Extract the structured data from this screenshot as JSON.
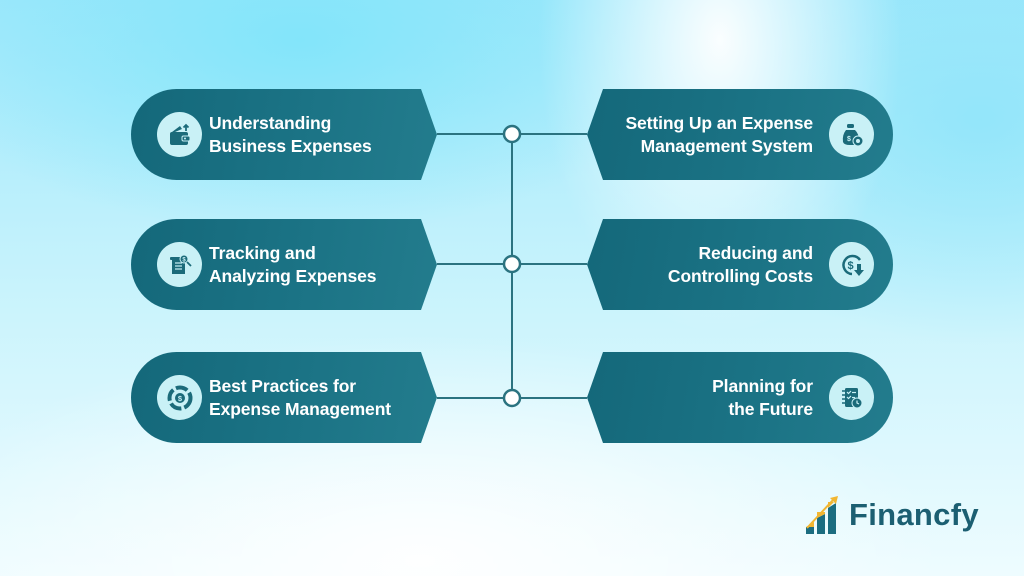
{
  "diagram": {
    "type": "two-column hub diagram",
    "left_items": [
      {
        "label": "Understanding\nBusiness Expenses",
        "icon": "wallet-icon"
      },
      {
        "label": "Tracking and\nAnalyzing Expenses",
        "icon": "document-search-icon"
      },
      {
        "label": "Best Practices for\nExpense Management",
        "icon": "dollar-cycle-icon"
      }
    ],
    "right_items": [
      {
        "label": "Setting Up an Expense\nManagement System",
        "icon": "money-bag-gear-icon"
      },
      {
        "label": "Reducing and\nControlling Costs",
        "icon": "dollar-down-icon"
      },
      {
        "label": "Planning for\nthe Future",
        "icon": "checklist-clock-icon"
      }
    ]
  },
  "brand": {
    "name": "Financfy",
    "text_color": "#1c5f72",
    "accent_yellow": "#f2b632",
    "accent_teal": "#1c6d80"
  },
  "colors": {
    "card": "#1b7385",
    "icon_bg": "#c9f1f6",
    "connector": "#2b7380"
  }
}
